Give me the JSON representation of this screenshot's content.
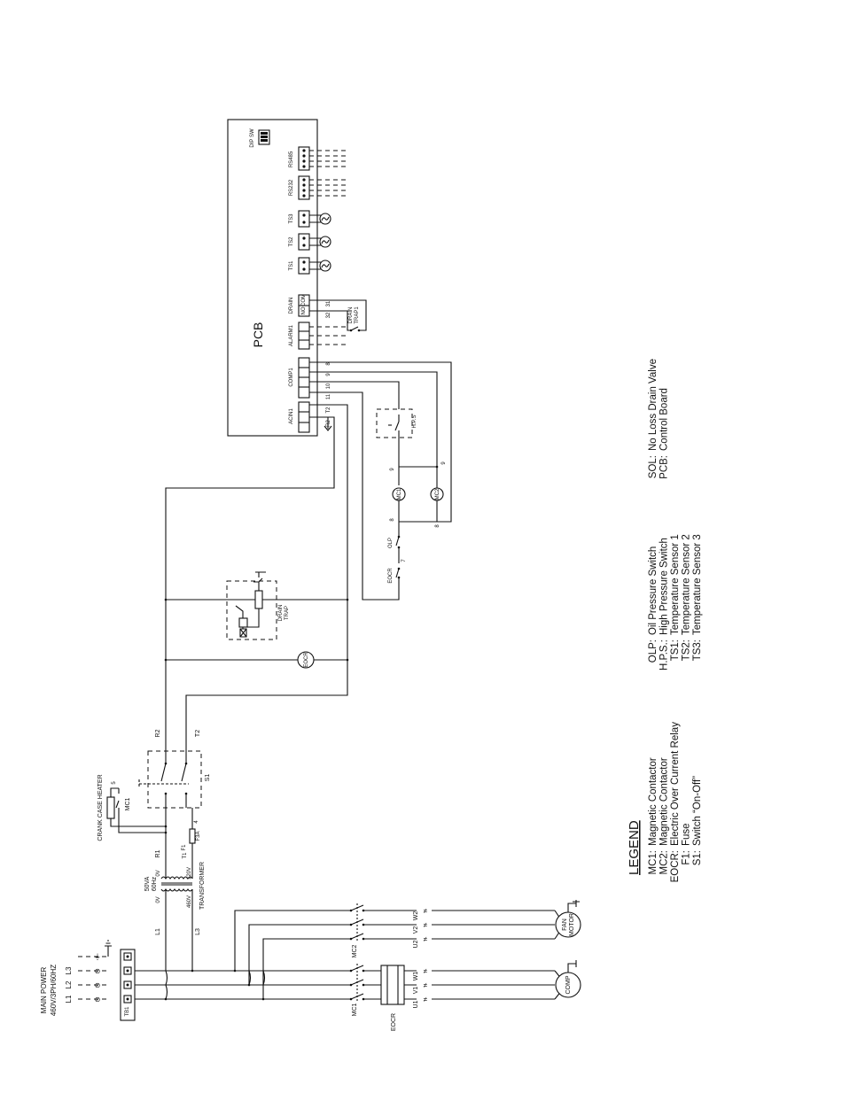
{
  "main_power": {
    "title": "MAIN POWER",
    "spec": "460V/3PH/60HZ",
    "lines": [
      "L1",
      "L2",
      "L3"
    ],
    "terminal": "TB1"
  },
  "pcb": {
    "title": "PCB",
    "dip": "DIP SW",
    "rs485": "RS485",
    "rs232": "RS232",
    "ts3": "TS3",
    "ts2": "TS2",
    "ts1": "TS1",
    "drain": "DRAIN",
    "alarm1": "ALARM1",
    "comp1": "COMP1",
    "acin1": "ACIN1",
    "n31": "31",
    "n32": "32",
    "n8": "8",
    "n9": "9",
    "n10": "10",
    "n11": "11",
    "t2": "T2",
    "r2": "R2",
    "com": "COM",
    "nc": "NC",
    "no": "NO",
    "r": "R",
    "t": "T"
  },
  "drain_trap1": [
    "DRAIN",
    "TRAP1"
  ],
  "drain_trap": [
    "DRAIN",
    "TRAP"
  ],
  "hps": "H.P.S",
  "mc1": "MC1",
  "mc2": "MC2",
  "olp": "OLP",
  "eocr": "EOCR",
  "wire_nums": {
    "n9a": "9",
    "n9b": "9",
    "n8a": "8",
    "n8b": "8",
    "n7": "7"
  },
  "transformer": {
    "label": "TRANSFORMER",
    "rating": [
      "50VA",
      "60Hz"
    ],
    "zero_a": "0V",
    "zero_b": "0V",
    "v120": "120V",
    "v460": "460V"
  },
  "fuse": {
    "name": "F1",
    "rating": "F3A"
  },
  "crank_heater": "CRANK CASE HEATER",
  "s1": "S1",
  "wires": {
    "r1": "R1",
    "r2": "R2",
    "t1": "T1",
    "t2": "T2",
    "l1": "L1",
    "l3": "L3",
    "n4": "4",
    "n5": "5"
  },
  "motors": {
    "fan": [
      "FAN",
      "MOTOR"
    ],
    "comp": "COMP",
    "fan_terms": [
      "U2",
      "V2",
      "W2"
    ],
    "comp_terms": [
      "U1",
      "V1",
      "W1"
    ]
  },
  "legend": {
    "title": "LEGEND",
    "col1": [
      {
        "code": "MC1:",
        "desc": "Magnetic Contactor"
      },
      {
        "code": "MC2:",
        "desc": "Magnetic Contactor"
      },
      {
        "code": "EOCR:",
        "desc": "Electric Over Current Relay"
      },
      {
        "code": "F1:",
        "desc": "Fuse"
      },
      {
        "code": "S1:",
        "desc": "Switch “On-Off”"
      }
    ],
    "col2": [
      {
        "code": "OLP:",
        "desc": "Oil Pressure Switch"
      },
      {
        "code": "H.P.S.:",
        "desc": "High Pressure Switch"
      },
      {
        "code": "TS1:",
        "desc": "Temperature Sensor 1"
      },
      {
        "code": "TS2:",
        "desc": "Temperature Sensor 2"
      },
      {
        "code": "TS3:",
        "desc": "Temperature Sensor 3"
      }
    ],
    "col3": [
      {
        "code": "SOL:",
        "desc": "No Loss Drain Valve"
      },
      {
        "code": "PCB:",
        "desc": "Control Board"
      }
    ]
  }
}
